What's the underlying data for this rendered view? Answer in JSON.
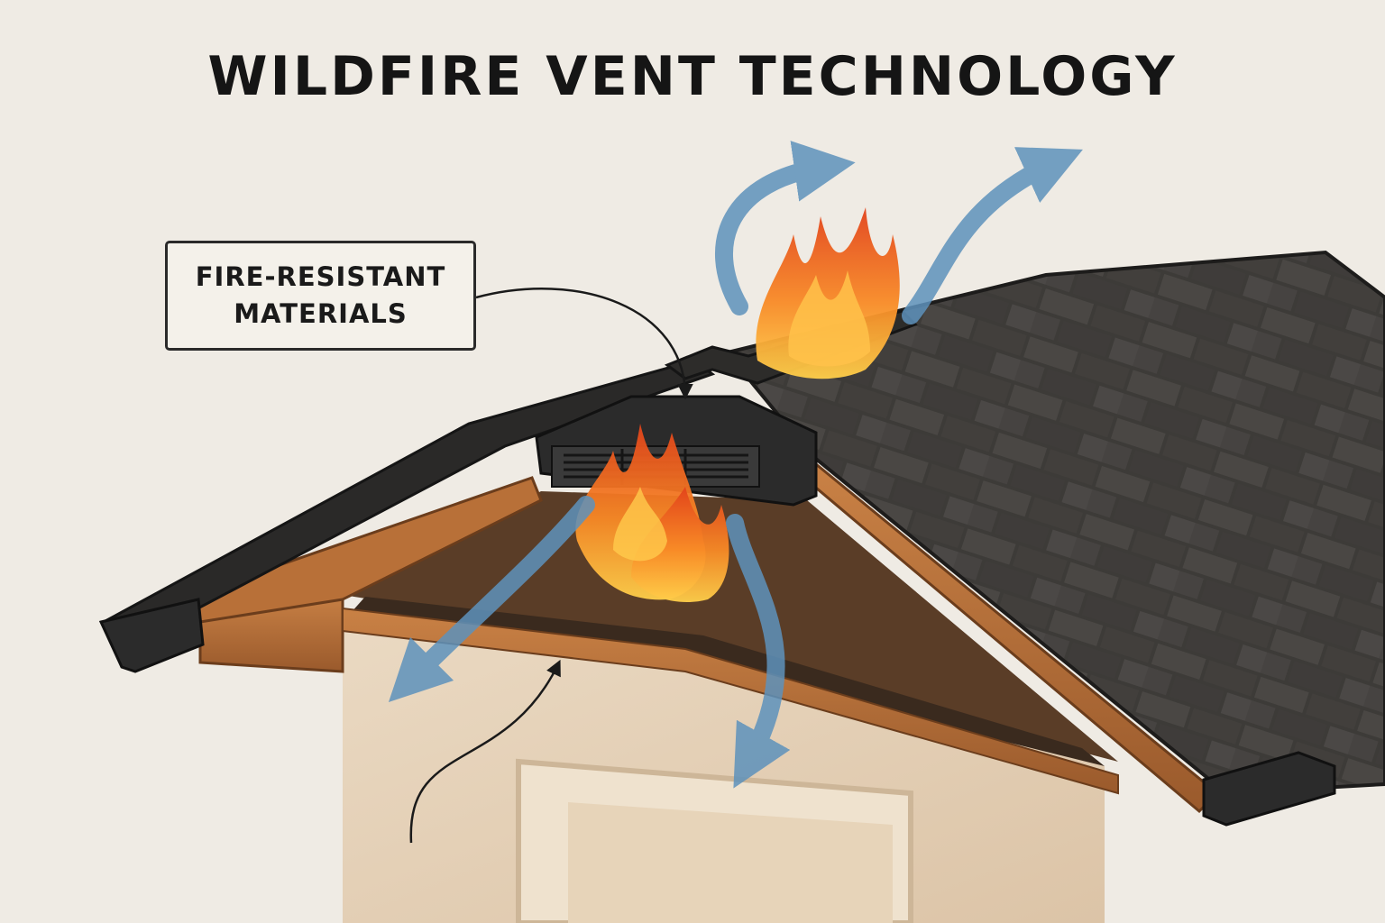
{
  "title": "WILDFIRE VENT TECHNOLOGY",
  "callout": {
    "line1": "FIRE-RESISTANT",
    "line2": "MATERIALS"
  },
  "colors": {
    "background": "#efebe4",
    "shingle": "#3a3836",
    "fascia_wood": "#b06a35",
    "wall_stucco": "#e8d5bd",
    "airflow_arrow": "#5e92bc",
    "flame_outer": "#e8501c",
    "flame_inner": "#ffb23a"
  },
  "icons": [
    "airflow-arrow",
    "flame",
    "ridge-vent",
    "gutter",
    "pointer-arrow"
  ]
}
